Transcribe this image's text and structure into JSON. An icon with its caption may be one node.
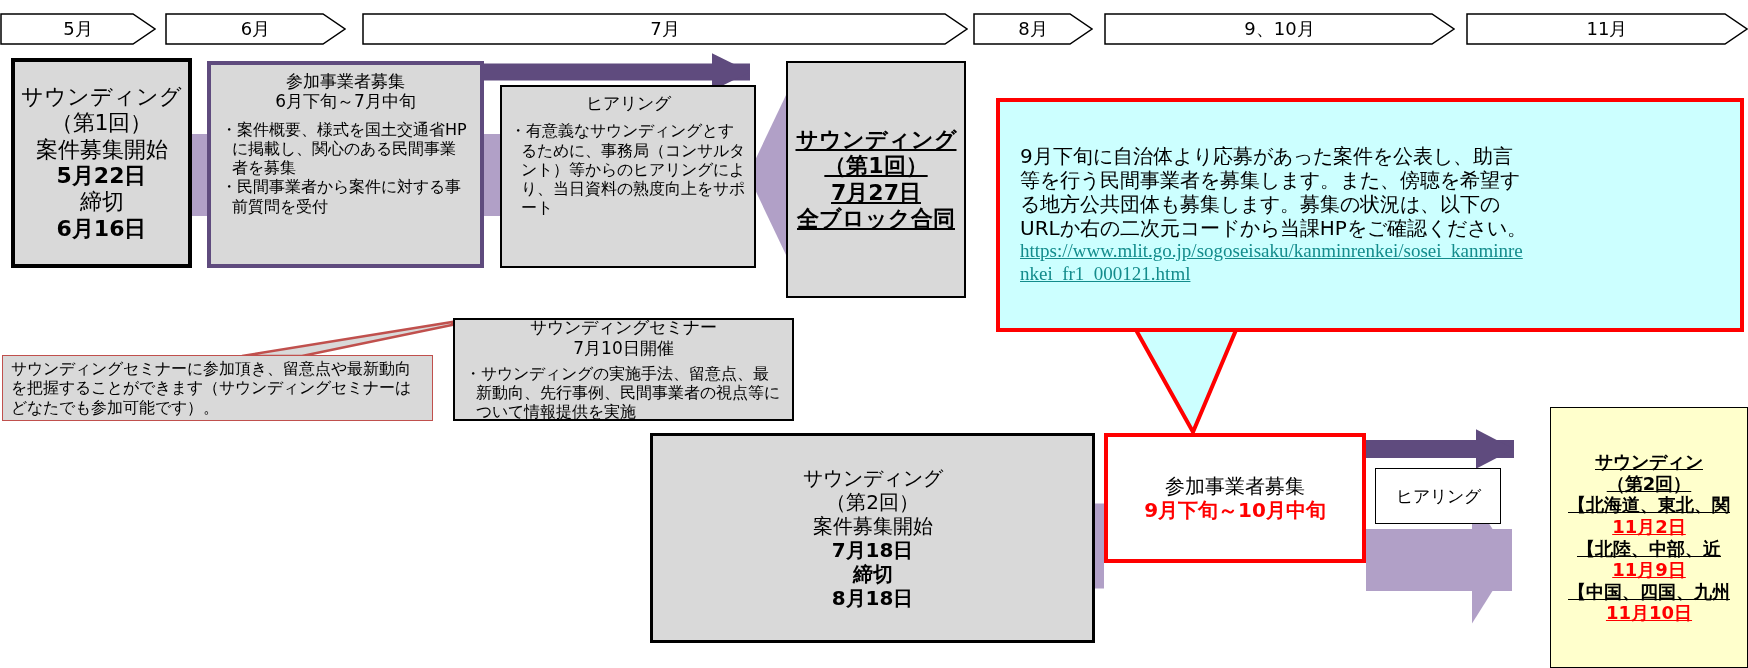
{
  "diagram": {
    "nodes": [
      {
        "text": [
          "5月"
        ]
      },
      {
        "text": [
          "6月"
        ]
      },
      {
        "text": [
          "7月"
        ]
      },
      {
        "text": [
          "8月"
        ]
      },
      {
        "text": [
          "9、10月"
        ]
      },
      {
        "text": [
          "11月"
        ]
      },
      {
        "text": [
          "サウンディング",
          "（第1回）",
          "案件募集開始",
          "5月22日",
          "締切",
          "6月16日"
        ]
      },
      {
        "text": [
          "参加事業者募集",
          "6月下旬～7月中旬",
          "・案件概要、様式を国土交通省HPに掲載し、関心のある民間事業者を募集",
          "・民間事業者から案件に対する事前質問を受付"
        ]
      },
      {
        "text": [
          "ヒアリング",
          "・有意義なサウンディングとするために、事務局（コンサルタント）等からのヒアリングにより、当日資料の熟度向上をサポート"
        ]
      },
      {
        "text": [
          "サウンディング",
          "（第1回）",
          "7月27日",
          "全ブロック合同"
        ]
      },
      {
        "text": [
          "サウンディングセミナー",
          "7月10日開催",
          "・サウンディングの実施手法、留意点、最新動向、先行事例、民間事業者の視点等について情報提供を実施"
        ]
      },
      {
        "text": [
          "サウンディングセミナーに参加頂き、留意点や最新動向を把握することができます（サウンディングセミナーはどなたでも参加可能です）。"
        ]
      },
      {
        "text": [
          "9月下旬に自治体より応募があった案件を公表し、助言等を行う民間事業者を募集します。また、傍聴を希望する地方公共団体も募集します。募集の状況は、以下のURLか右の二次元コードから当課HPをご確認ください。",
          "https://www.mlit.go.jp/sogoseisaku/kanminrenkei/sosei_kanminrenkei_fr1_000121.html"
        ]
      },
      {
        "text": [
          "サウンディング",
          "（第2回）",
          "案件募集開始",
          "7月18日",
          "締切",
          "8月18日"
        ]
      },
      {
        "text": [
          "参加事業者募集",
          "9月下旬～10月中旬"
        ]
      },
      {
        "text": [
          "ヒアリング"
        ]
      },
      {
        "text": [
          "サウンディン",
          "（第2回）",
          "【北海道、東北、関",
          "11月2日",
          "【北陸、中部、近",
          "11月9日",
          "【中国、四国、九州",
          "11月10日"
        ]
      }
    ],
    "edges": [
      {
        "from": 6,
        "to": 7,
        "arrow": "none",
        "color": "#b1a0c7"
      },
      {
        "from": 7,
        "to": 8,
        "arrow": "none",
        "color": "#b1a0c7"
      },
      {
        "from": 8,
        "to": 9,
        "arrow": "to",
        "color": "#b1a0c7"
      },
      {
        "from": 7,
        "to": 9,
        "arrow": "to"
      },
      {
        "from": 11,
        "to": 10,
        "arrow": "none",
        "color": "#c0504d"
      },
      {
        "from": 13,
        "to": 14,
        "arrow": "none",
        "color": "#b1a0c7"
      },
      {
        "from": 14,
        "to": 16,
        "arrow": "to",
        "color": "#b1a0c7"
      },
      {
        "from": 14,
        "to": 16,
        "arrow": "to"
      },
      {
        "from": 12,
        "to": 14,
        "arrow": "to",
        "color": "#ff0000"
      }
    ]
  }
}
